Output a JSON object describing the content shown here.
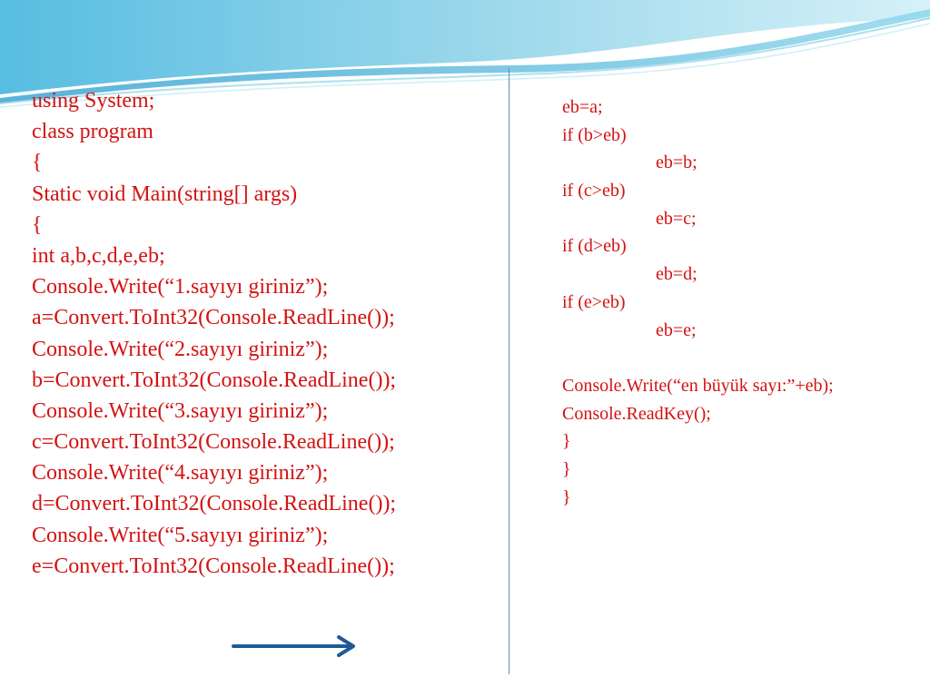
{
  "left_code": [
    "using System;",
    "class program",
    "{",
    "Static void Main(string[] args)",
    "{",
    "int a,b,c,d,e,eb;",
    "Console.Write(“1.sayıyı giriniz”);",
    "a=Convert.ToInt32(Console.ReadLine());",
    "Console.Write(“2.sayıyı giriniz”);",
    "b=Convert.ToInt32(Console.ReadLine());",
    "Console.Write(“3.sayıyı giriniz”);",
    "c=Convert.ToInt32(Console.ReadLine());",
    "Console.Write(“4.sayıyı giriniz”);",
    "d=Convert.ToInt32(Console.ReadLine());",
    "Console.Write(“5.sayıyı giriniz”);",
    "e=Convert.ToInt32(Console.ReadLine());"
  ],
  "right_code": [
    "eb=a;",
    "if (b>eb)",
    "eb=b;",
    "if (c>eb)",
    "eb=c;",
    "if (d>eb)",
    "eb=d;",
    "if (e>eb)",
    "eb=e;",
    "",
    "Console.Write(“en büyük sayı:”+eb);",
    "Console.ReadKey();",
    "}",
    "}",
    "}"
  ],
  "colors": {
    "code_text": "#d31212",
    "divider": "#5b8fb3",
    "arrow": "#1f5a99",
    "wave_light": "#bfe6f2",
    "wave_mid": "#7fcde6",
    "wave_dark": "#2f9fcf"
  },
  "icons": {
    "arrow": "right-arrow-icon"
  }
}
